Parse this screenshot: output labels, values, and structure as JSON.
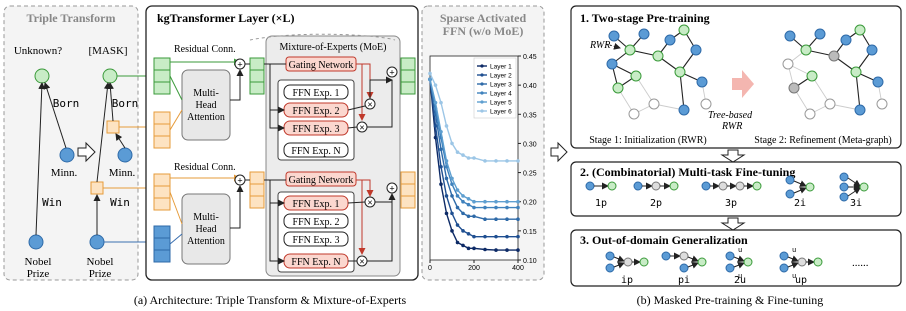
{
  "triple": {
    "title": "Triple Transform",
    "unknown": "Unknown?",
    "mask": "[MASK]",
    "born": "Born",
    "win": "Win",
    "minn": "Minn.",
    "nobel1": "Nobel",
    "nobel2": "Prize"
  },
  "kg": {
    "title": "kgTransformer Layer (×L)",
    "residual": "Residual Conn.",
    "mha1": "Multi-",
    "mha2": "Head",
    "mha3": "Attention",
    "moe": "Mixture-of-Experts (MoE)",
    "gating": "Gating Network",
    "ffn1": "FFN Exp. 1",
    "ffn2": "FFN Exp. 2",
    "ffn3": "FFN Exp. 3",
    "ffnN": "FFN Exp. N"
  },
  "chart_title1": "Sparse Activated",
  "chart_title2": "FFN (w/o MoE)",
  "chart_data": {
    "type": "line",
    "title": "Sparse Activated FFN (w/o MoE)",
    "x": [
      0,
      25,
      50,
      75,
      100,
      125,
      150,
      175,
      200,
      250,
      300,
      350,
      400
    ],
    "ylim": [
      0.1,
      0.45
    ],
    "xlim": [
      0,
      400
    ],
    "yticks": [
      "0.45",
      "0.40",
      "0.35",
      "0.30",
      "0.25",
      "0.20",
      "0.15",
      "0.10"
    ],
    "xticks": [
      "0",
      "200",
      "400"
    ],
    "legend_position": "top-right",
    "series": [
      {
        "name": "Layer 1",
        "color": "#0d2a66",
        "values": [
          0.41,
          0.31,
          0.23,
          0.18,
          0.15,
          0.13,
          0.125,
          0.12,
          0.12,
          0.118,
          0.117,
          0.117,
          0.117
        ]
      },
      {
        "name": "Layer 2",
        "color": "#1f4f91",
        "values": [
          0.41,
          0.33,
          0.26,
          0.21,
          0.18,
          0.16,
          0.15,
          0.145,
          0.14,
          0.14,
          0.14,
          0.14,
          0.14
        ]
      },
      {
        "name": "Layer 3",
        "color": "#2e6aa8",
        "values": [
          0.41,
          0.35,
          0.29,
          0.24,
          0.21,
          0.19,
          0.18,
          0.175,
          0.175,
          0.17,
          0.17,
          0.17,
          0.17
        ]
      },
      {
        "name": "Layer 4",
        "color": "#3f82bd",
        "values": [
          0.41,
          0.36,
          0.31,
          0.26,
          0.23,
          0.21,
          0.2,
          0.195,
          0.19,
          0.19,
          0.19,
          0.19,
          0.19
        ]
      },
      {
        "name": "Layer 5",
        "color": "#5e9fd0",
        "values": [
          0.41,
          0.37,
          0.32,
          0.27,
          0.24,
          0.22,
          0.21,
          0.205,
          0.2,
          0.2,
          0.2,
          0.2,
          0.2
        ]
      },
      {
        "name": "Layer 6",
        "color": "#9cc6e6",
        "values": [
          0.42,
          0.4,
          0.37,
          0.33,
          0.3,
          0.285,
          0.28,
          0.275,
          0.275,
          0.27,
          0.27,
          0.27,
          0.27
        ]
      }
    ]
  },
  "right": {
    "s1": "1. Two-stage Pre-training",
    "rwr": "RWR",
    "tree1": "Tree-based",
    "tree2": "RWR",
    "stage1": "Stage 1: Initialization (RWR)",
    "stage2": "Stage 2: Refinement (Meta-graph)",
    "s2": "2. (Combinatorial) Multi-task Fine-tuning",
    "s2labels": [
      "1p",
      "2p",
      "3p",
      "2i",
      "3i"
    ],
    "s3": "3. Out-of-domain Generalization",
    "s3labels": [
      "ip",
      "pi",
      "2u",
      "up"
    ],
    "u": "u",
    "dots": "......"
  },
  "captions": {
    "a": "(a) Architecture: Triple Transform & Mixture-of-Experts",
    "b": "(b) Masked Pre-training & Fine-tuning"
  },
  "colors": {
    "green": "#c8ecc6",
    "blue": "#5b9bd5",
    "orange": "#fde3c2",
    "red": "#fbd7cf",
    "gray": "#e8e8e8"
  }
}
